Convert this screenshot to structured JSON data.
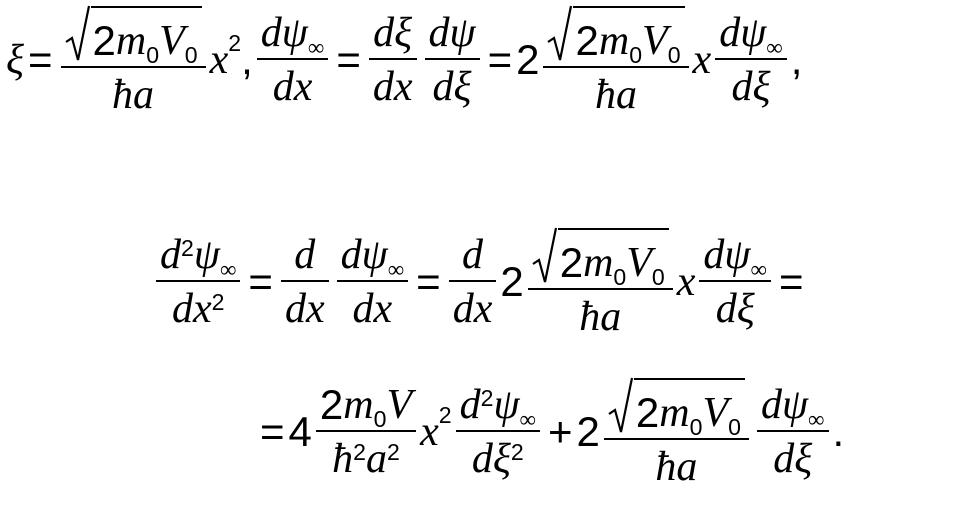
{
  "sym": {
    "xi": "ξ",
    "psi": "ψ",
    "inf": "∞",
    "hbar": "ħ",
    "d": "d",
    "x": "x",
    "a": "a",
    "m": "m",
    "V": "V",
    "zero": "0",
    "two": "2",
    "four": "4",
    "eq": "=",
    "plus": "+",
    "comma": ",",
    "period": "."
  }
}
